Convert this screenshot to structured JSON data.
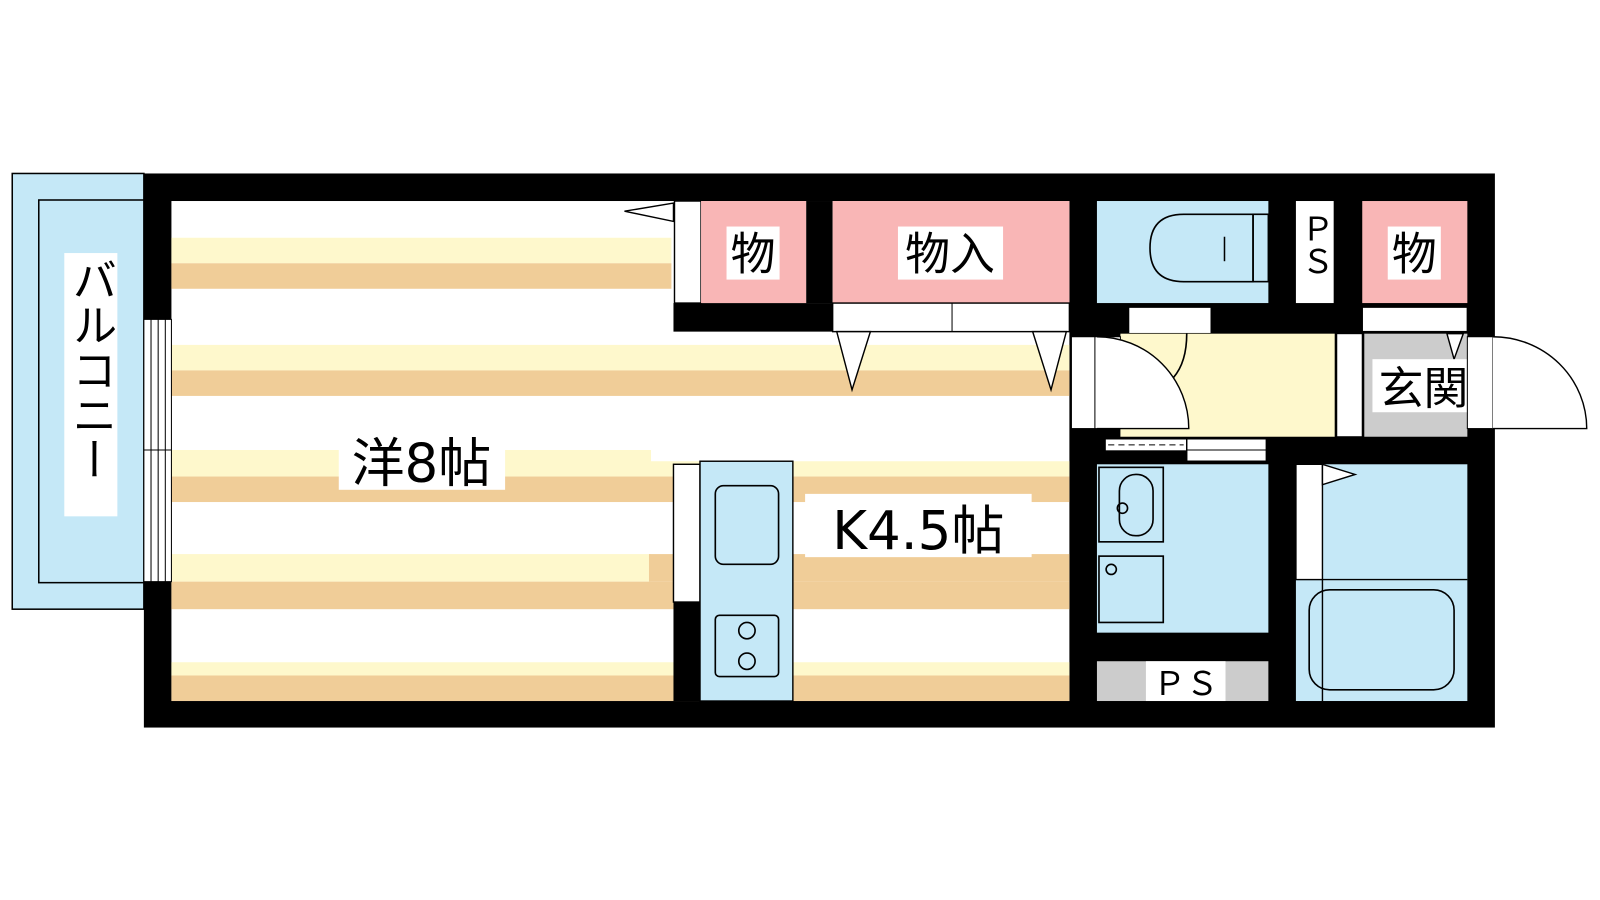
{
  "colors": {
    "wall": "#000000",
    "wet_area": "#c5e8f7",
    "storage": "#f9b6b6",
    "floor_light": "#fef8cc",
    "floor_dark": "#f0cd98",
    "hallway": "#fef8cc",
    "entrance": "#cccccc",
    "pipe_space": "#cccccc"
  },
  "rooms": {
    "balcony": "バルコニー",
    "western_room": "洋8帖",
    "kitchen": "K4.5帖",
    "storage_small_left": "物",
    "storage_closet": "物入",
    "pipe_space_top": "ＰＳ",
    "storage_small_right": "物",
    "entrance": "玄関",
    "pipe_space_bottom": "ＰＳ"
  }
}
